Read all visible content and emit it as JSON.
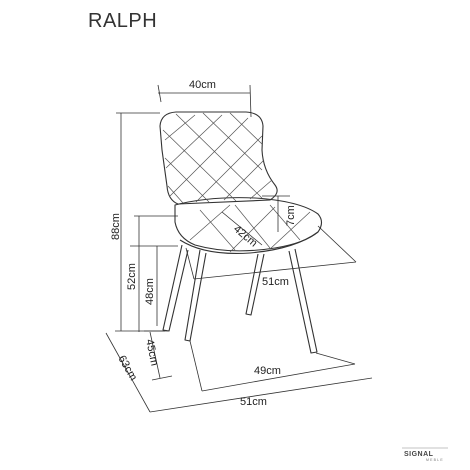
{
  "product": {
    "name": "RALPH"
  },
  "dimensions": {
    "backrest_width": "40cm",
    "total_height": "88cm",
    "armrest_height": "7cm",
    "seat_depth": "42cm",
    "seat_width": "51cm",
    "seat_height_back": "52cm",
    "seat_height_front": "48cm",
    "leg_depth": "45cm",
    "base_width": "49cm",
    "total_depth": "63cm",
    "total_width": "51cm"
  },
  "brand": {
    "logo_text": "SIGNAL",
    "logo_sub": "MEBLE"
  },
  "colors": {
    "line": "#333333",
    "background": "#ffffff"
  }
}
